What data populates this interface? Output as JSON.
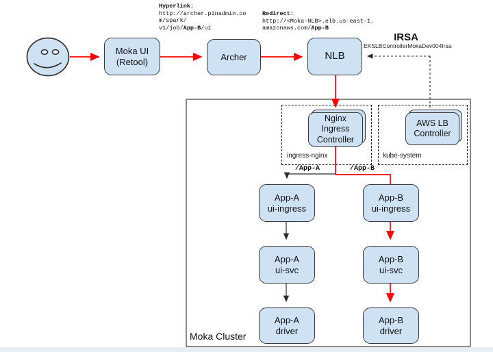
{
  "colors": {
    "accent_red": "#ff0000",
    "node_fill": "#cfe2f3",
    "node_border": "#383838",
    "cluster_border": "#8a8a8a"
  },
  "annotations": {
    "hyperlink": {
      "title": "Hyperlink:",
      "line1": "http://archer.pinadmin.co",
      "line2": "m/spark/",
      "line3_pre": "v1/job/",
      "line3_bold": "App-B",
      "line3_post": "/ui"
    },
    "redirect": {
      "title": "Redirect:",
      "line1": "http://<Moka-NLB>.elb.us-east-1.",
      "line2_pre": "amazonaws.com/",
      "line2_bold": "App-B"
    },
    "irsa": {
      "title": "IRSA",
      "subtitle": "EKSLBControllerMokaDev004Irsa"
    }
  },
  "nodes": {
    "moka_ui": "Moka UI\n(Retool)",
    "archer": "Archer",
    "nlb": "NLB",
    "nginx_ingress_controller": "Nginx\nIngress\nController",
    "aws_lb_controller": "AWS LB\nController",
    "app_a_ui_ingress": "App-A\nui-ingress",
    "app_b_ui_ingress": "App-B\nui-ingress",
    "app_a_ui_svc": "App-A\nui-svc",
    "app_b_ui_svc": "App-B\nui-svc",
    "app_a_driver": "App-A\ndriver",
    "app_b_driver": "App-B\ndriver"
  },
  "cluster": {
    "label": "Moka Cluster",
    "namespace_ingress": "ingress-nginx",
    "namespace_kube": "kube-system"
  },
  "routes": {
    "app_a": "/App-A",
    "app_b": "/App-B"
  }
}
